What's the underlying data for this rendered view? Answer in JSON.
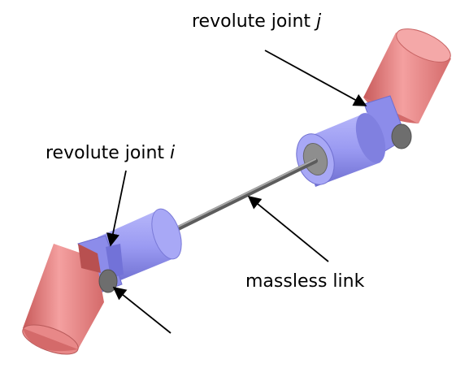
{
  "labels": {
    "joint_j": {
      "text": "revolute joint ",
      "symbol": "j"
    },
    "joint_i": {
      "text": "revolute joint ",
      "symbol": "i"
    },
    "link": {
      "text": "massless link"
    }
  },
  "colors": {
    "red_link": "#f08080",
    "red_link_dark": "#c85a5a",
    "blue_joint": "#9a9af2",
    "blue_joint_dark": "#6e6ed0",
    "pin_gray": "#6e6e6e",
    "rod_gray": "#8a8a8a",
    "arrow": "#000000"
  }
}
